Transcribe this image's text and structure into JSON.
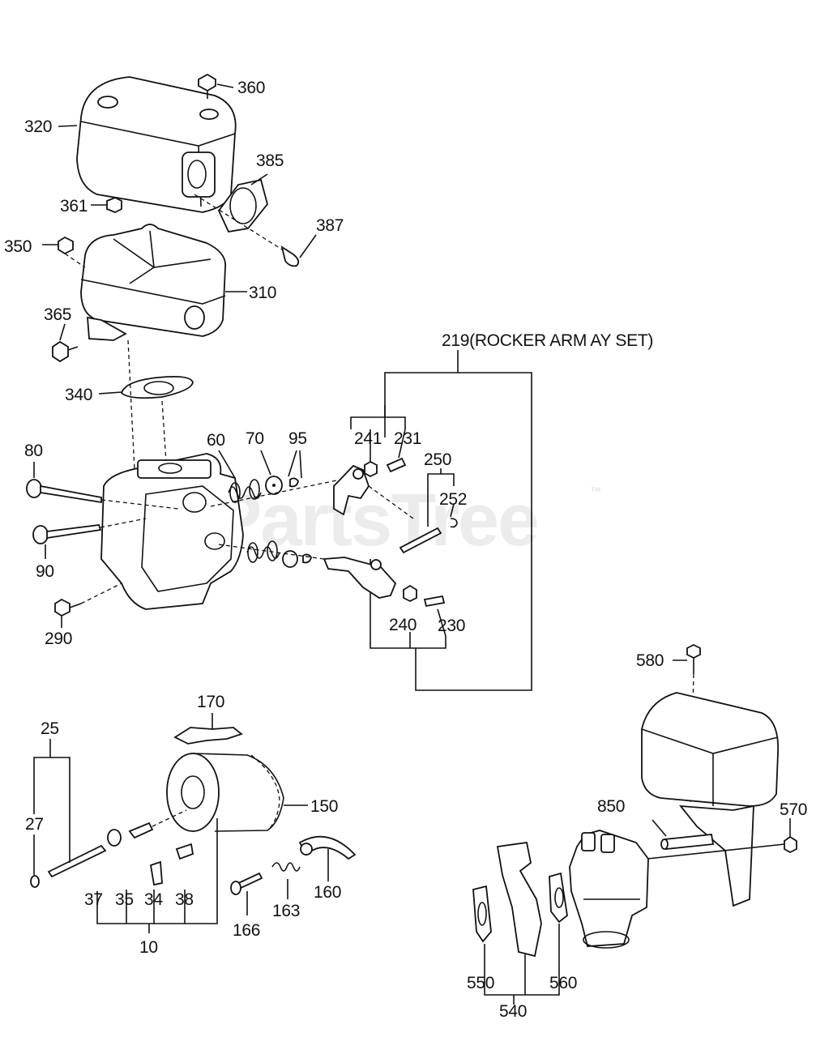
{
  "watermark": {
    "text": "PartsTree",
    "trademark": "™"
  },
  "labels": {
    "l360": "360",
    "l320": "320",
    "l385": "385",
    "l361": "361",
    "l387": "387",
    "l350": "350",
    "l310": "310",
    "l365": "365",
    "l340": "340",
    "l219": "219(ROCKER ARM AY SET)",
    "l80": "80",
    "l60": "60",
    "l70": "70",
    "l95": "95",
    "l241": "241",
    "l231": "231",
    "l250": "250",
    "l252": "252",
    "l90": "90",
    "l290": "290",
    "l240": "240",
    "l230": "230",
    "l170": "170",
    "l25": "25",
    "l150": "150",
    "l27": "27",
    "l37": "37",
    "l35": "35",
    "l34": "34",
    "l38": "38",
    "l166": "166",
    "l163": "163",
    "l160": "160",
    "l10": "10",
    "l580": "580",
    "l850": "850",
    "l570": "570",
    "l550": "550",
    "l560": "560",
    "l540": "540"
  }
}
